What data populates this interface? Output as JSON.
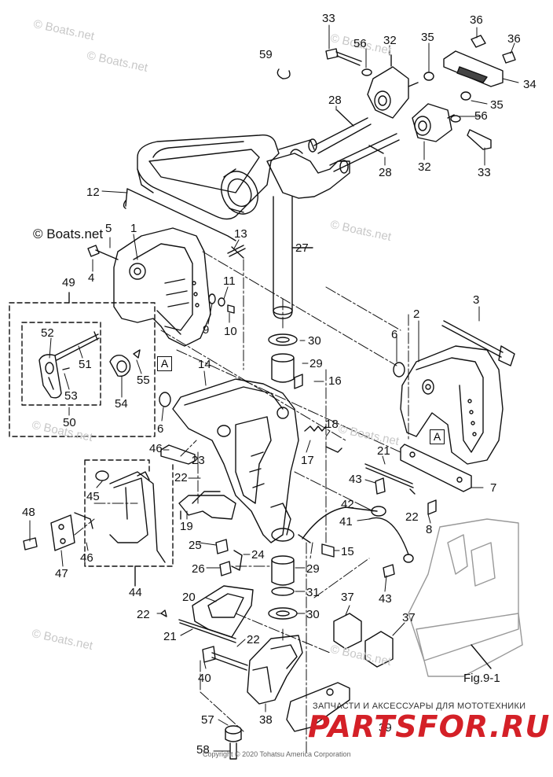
{
  "watermarks": {
    "boats": "© Boats.net"
  },
  "figure_ref": "Fig.9-1",
  "promo_text": "ЗАПЧАСТИ И АКСЕССУАРЫ ДЛЯ МОТОТЕХНИКИ",
  "logo_text": "PARTSFOR.RU",
  "copyright": "Copyright © 2020 Tohatsu America Corporation",
  "ref_box_label": "A",
  "part_labels": [
    "33",
    "36",
    "36",
    "56",
    "32",
    "35",
    "59",
    "34",
    "35",
    "56",
    "28",
    "33",
    "32",
    "28",
    "12",
    "5",
    "1",
    "13",
    "4",
    "27",
    "49",
    "11",
    "3",
    "2",
    "52",
    "9",
    "10",
    "51",
    "30",
    "6",
    "55",
    "29",
    "16",
    "53",
    "54",
    "6",
    "14",
    "18",
    "50",
    "46",
    "17",
    "21",
    "23",
    "45",
    "22",
    "43",
    "7",
    "48",
    "42",
    "19",
    "22",
    "8",
    "41",
    "25",
    "24",
    "15",
    "47",
    "46",
    "26",
    "29",
    "44",
    "43",
    "31",
    "20",
    "37",
    "22",
    "30",
    "37",
    "21",
    "22",
    "40",
    "38",
    "39",
    "57",
    "58"
  ]
}
